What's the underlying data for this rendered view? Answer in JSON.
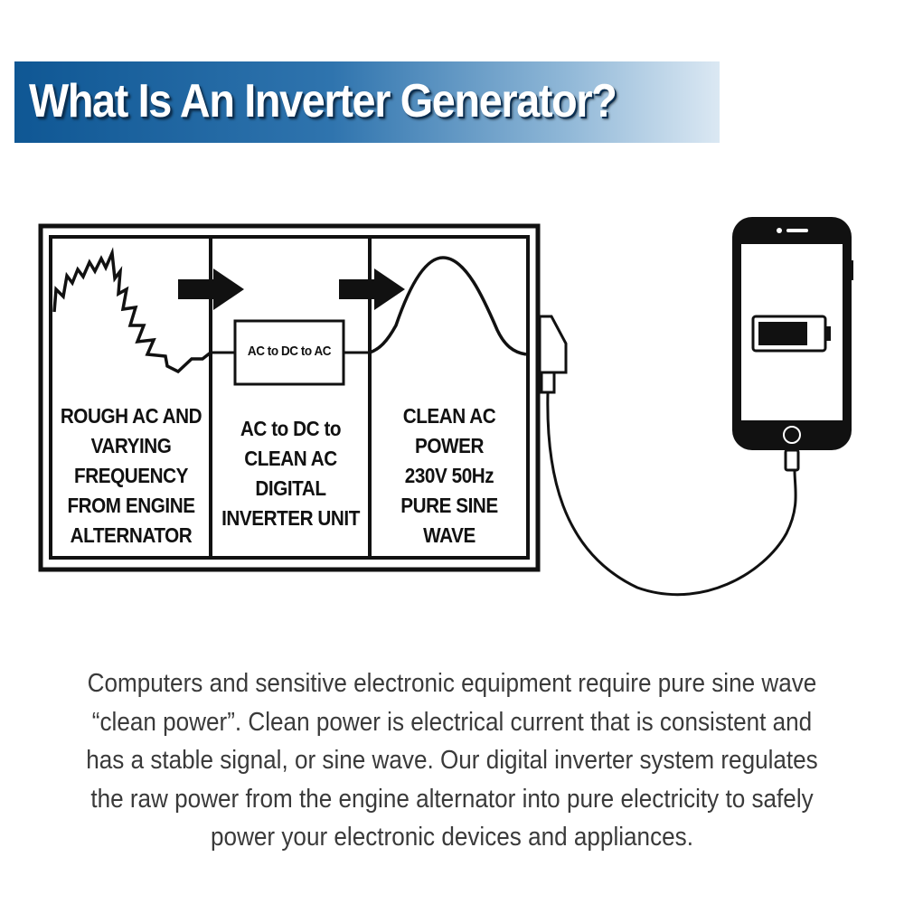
{
  "header": {
    "title": "What Is An Inverter Generator?"
  },
  "diagram": {
    "inverter_box_label": "AC to DC to AC",
    "stage1_lines": [
      "ROUGH AC AND",
      "VARYING",
      "FREQUENCY",
      "FROM ENGINE",
      "ALTERNATOR"
    ],
    "stage2_lines": [
      "AC to DC to",
      "CLEAN AC",
      "DIGITAL",
      "INVERTER UNIT"
    ],
    "stage3_lines": [
      "CLEAN AC",
      "POWER",
      "230V 50Hz",
      "PURE SINE",
      "WAVE"
    ],
    "icons": [
      "arrow-right-icon",
      "smartphone-icon",
      "battery-icon",
      "plug-icon",
      "cable-icon"
    ]
  },
  "description": {
    "lines": [
      "Computers and sensitive electronic equipment require pure sine wave",
      "“clean power”. Clean power is electrical current that is consistent and",
      "has a stable signal, or sine wave. Our digital inverter system regulates",
      "the raw power from the engine alternator into pure electricity to safely",
      "power your electronic devices and appliances."
    ]
  },
  "colors": {
    "title_bar_start": "#0f5794",
    "title_bar_end": "#dbe8f3",
    "ink": "#111111",
    "body_text": "#3a3a3a"
  }
}
